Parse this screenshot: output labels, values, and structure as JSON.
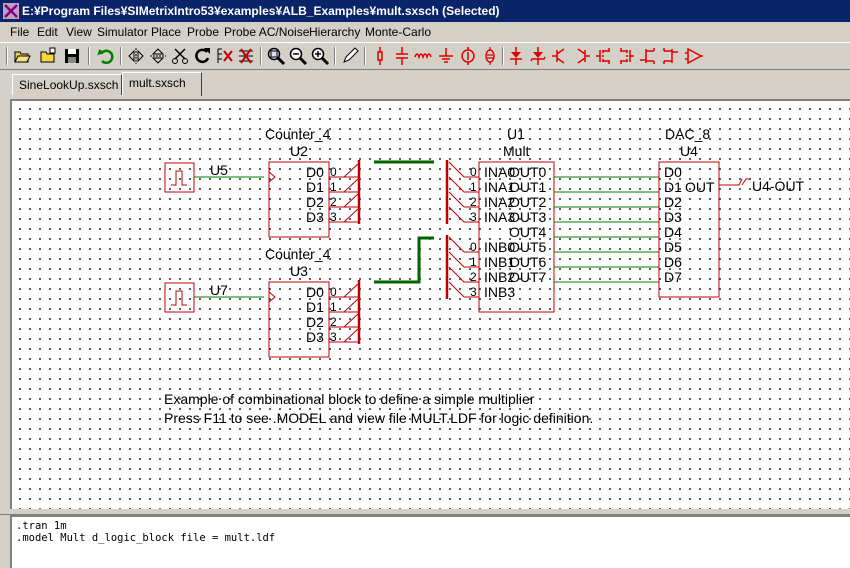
{
  "window": {
    "title": "E:¥Program Files¥SIMetrixIntro53¥examples¥ALB_Examples¥mult.sxsch (Selected)"
  },
  "menu": [
    "File",
    "Edit",
    "View",
    "Simulator",
    "Place",
    "Probe",
    "Probe AC/Noise",
    "Hierarchy",
    "Monte-Carlo"
  ],
  "toolbar": {
    "items": [
      "open-icon",
      "new-icon",
      "save-icon",
      "undo-icon",
      "mirror-icon",
      "flip-icon",
      "cut-icon",
      "rotate-icon",
      "delete-wire-icon",
      "delete-icon",
      "zoom-box-icon",
      "zoom-out-icon",
      "zoom-in-icon",
      "pencil-icon",
      "resistor-icon",
      "capacitor-icon",
      "inductor-icon",
      "ground-icon",
      "voltage-source-icon",
      "current-source-icon",
      "diode-icon",
      "zener-icon",
      "npn-icon",
      "pnp-icon",
      "nmos-icon",
      "pmos-icon",
      "njfet-icon",
      "pjfet-icon",
      "opamp-icon"
    ]
  },
  "tabs": [
    {
      "label": "SineLookUp.sxsch",
      "active": false
    },
    {
      "label": "mult.sxsch",
      "active": true
    }
  ],
  "schematic": {
    "u2": {
      "type": "Counter_4",
      "ref": "U2",
      "pins": [
        "D0",
        "D1",
        "D2",
        "D3"
      ],
      "pin_nums": [
        "0",
        "1",
        "2",
        "3"
      ]
    },
    "u3": {
      "type": "Counter_4",
      "ref": "U3",
      "pins": [
        "D0",
        "D1",
        "D2",
        "D3"
      ],
      "pin_nums": [
        "0",
        "1",
        "2",
        "3"
      ]
    },
    "u1": {
      "ref": "U1",
      "type": "Mult",
      "pins_a": [
        "INA0",
        "INA1",
        "INA2",
        "INA3"
      ],
      "pins_b": [
        "INB0",
        "INB1",
        "INB2",
        "INB3"
      ],
      "outs": [
        "OUT0",
        "OUT1",
        "OUT2",
        "OUT3",
        "OUT4",
        "OUT5",
        "OUT6",
        "OUT7"
      ],
      "pin_nums_a": [
        "0",
        "1",
        "2",
        "3"
      ],
      "pin_nums_b": [
        "0",
        "1",
        "2",
        "3"
      ]
    },
    "u4": {
      "type": "DAC_8",
      "ref": "U4",
      "pins": [
        "D0",
        "D1",
        "D2",
        "D3",
        "D4",
        "D5",
        "D6",
        "D7"
      ],
      "out_label": "OUT"
    },
    "u5": {
      "ref": "U5"
    },
    "u7": {
      "ref": "U7"
    },
    "probe_label": "U4-OUT",
    "note_line1": "Example of combinational block to define a simple multiplier",
    "note_line2": "Press F11 to see .MODEL and view file MULT.LDF for logic definition.",
    "colors": {
      "component": "#c00000",
      "wire": "#008000",
      "bus": "#006400",
      "text": "#000000"
    }
  },
  "netlist": [
    ".tran 1m",
    ".model Mult d_logic_block file = mult.ldf"
  ]
}
